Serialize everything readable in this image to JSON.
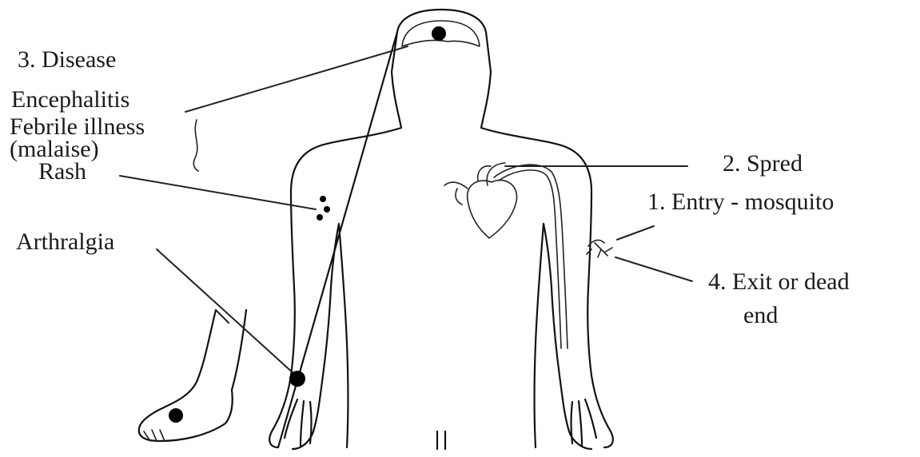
{
  "labels": {
    "disease": "3. Disease",
    "encephalitis": "Encephalitis",
    "febrile": "Febrile illness",
    "malaise": "(malaise)",
    "rash": "Rash",
    "arthralgia": "Arthralgia",
    "spread": "2. Spred",
    "entry": "1. Entry - mosquito",
    "exit_line1": "4. Exit or dead",
    "exit_line2": "end"
  },
  "colors": {
    "ink": "#111111",
    "background": "#ffffff"
  }
}
